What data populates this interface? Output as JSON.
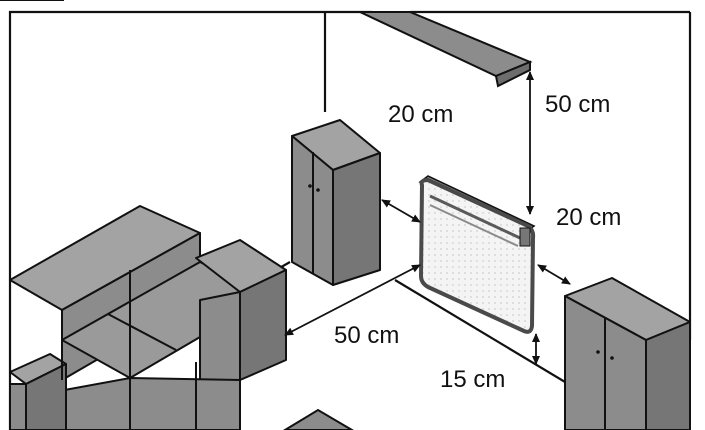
{
  "colors": {
    "furniture_front": "#8c8c8c",
    "furniture_side": "#767676",
    "furniture_top": "#a3a3a3",
    "outline": "#111111",
    "heater_body": "#f7f7f7",
    "heater_frame": "#4a4a4a",
    "background": "#ffffff"
  },
  "icons": {
    "heater": "heater-icon",
    "arrow": "double-arrow-icon"
  },
  "clearances": {
    "shelf_gap": "20 cm",
    "shelf_height": "50 cm",
    "right_side": "20 cm",
    "left_distance": "50 cm",
    "floor_gap": "15 cm"
  }
}
